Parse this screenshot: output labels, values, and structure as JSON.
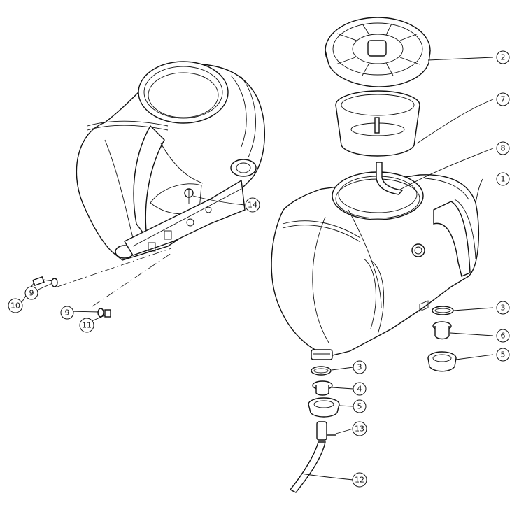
{
  "callouts": [
    {
      "id": "c1",
      "label": "1"
    },
    {
      "id": "c2",
      "label": "2"
    },
    {
      "id": "c3a",
      "label": "3"
    },
    {
      "id": "c3b",
      "label": "3"
    },
    {
      "id": "c4",
      "label": "4"
    },
    {
      "id": "c5a",
      "label": "5"
    },
    {
      "id": "c5b",
      "label": "5"
    },
    {
      "id": "c6",
      "label": "6"
    },
    {
      "id": "c7",
      "label": "7"
    },
    {
      "id": "c8",
      "label": "8"
    },
    {
      "id": "c9a",
      "label": "9"
    },
    {
      "id": "c9b",
      "label": "9"
    },
    {
      "id": "c10",
      "label": "10"
    },
    {
      "id": "c11",
      "label": "11"
    },
    {
      "id": "c12",
      "label": "12"
    },
    {
      "id": "c13",
      "label": "13"
    },
    {
      "id": "c14",
      "label": "14"
    }
  ]
}
